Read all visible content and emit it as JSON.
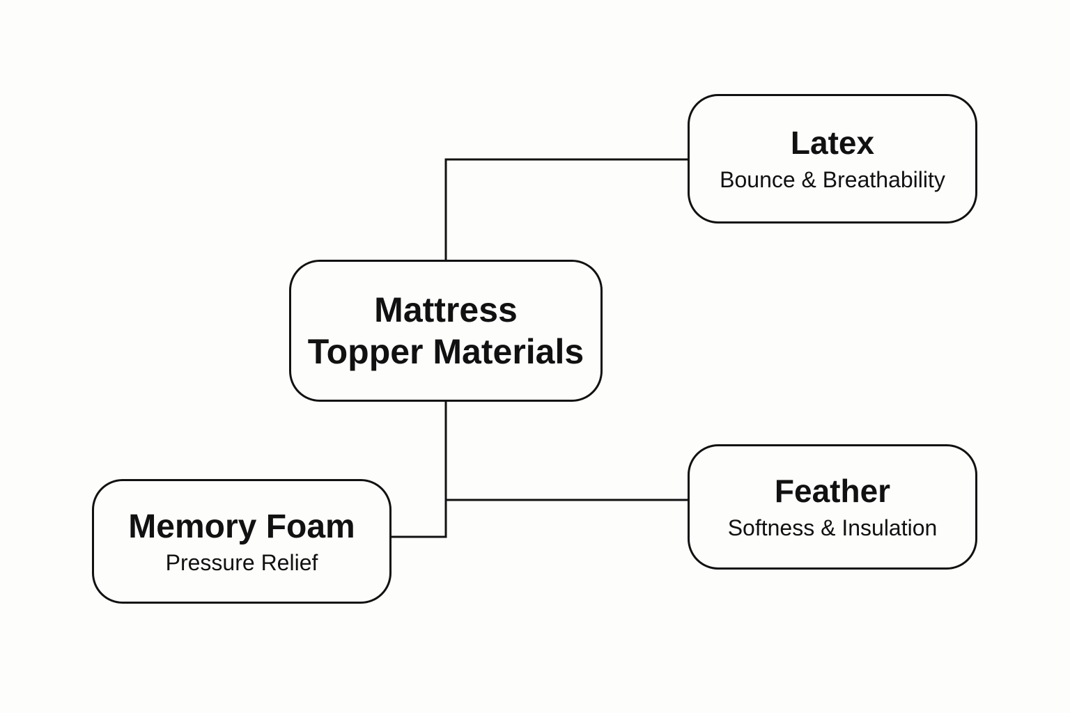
{
  "diagram": {
    "root": {
      "title_line1": "Mattress",
      "title_line2": "Topper Materials"
    },
    "children": [
      {
        "id": "latex",
        "title": "Latex",
        "subtitle": "Bounce & Breathability"
      },
      {
        "id": "feather",
        "title": "Feather",
        "subtitle": "Softness & Insulation"
      },
      {
        "id": "memory-foam",
        "title": "Memory Foam",
        "subtitle": "Pressure Relief"
      }
    ]
  },
  "colors": {
    "background": "#fdfdfb",
    "stroke": "#111111",
    "text": "#111111"
  }
}
